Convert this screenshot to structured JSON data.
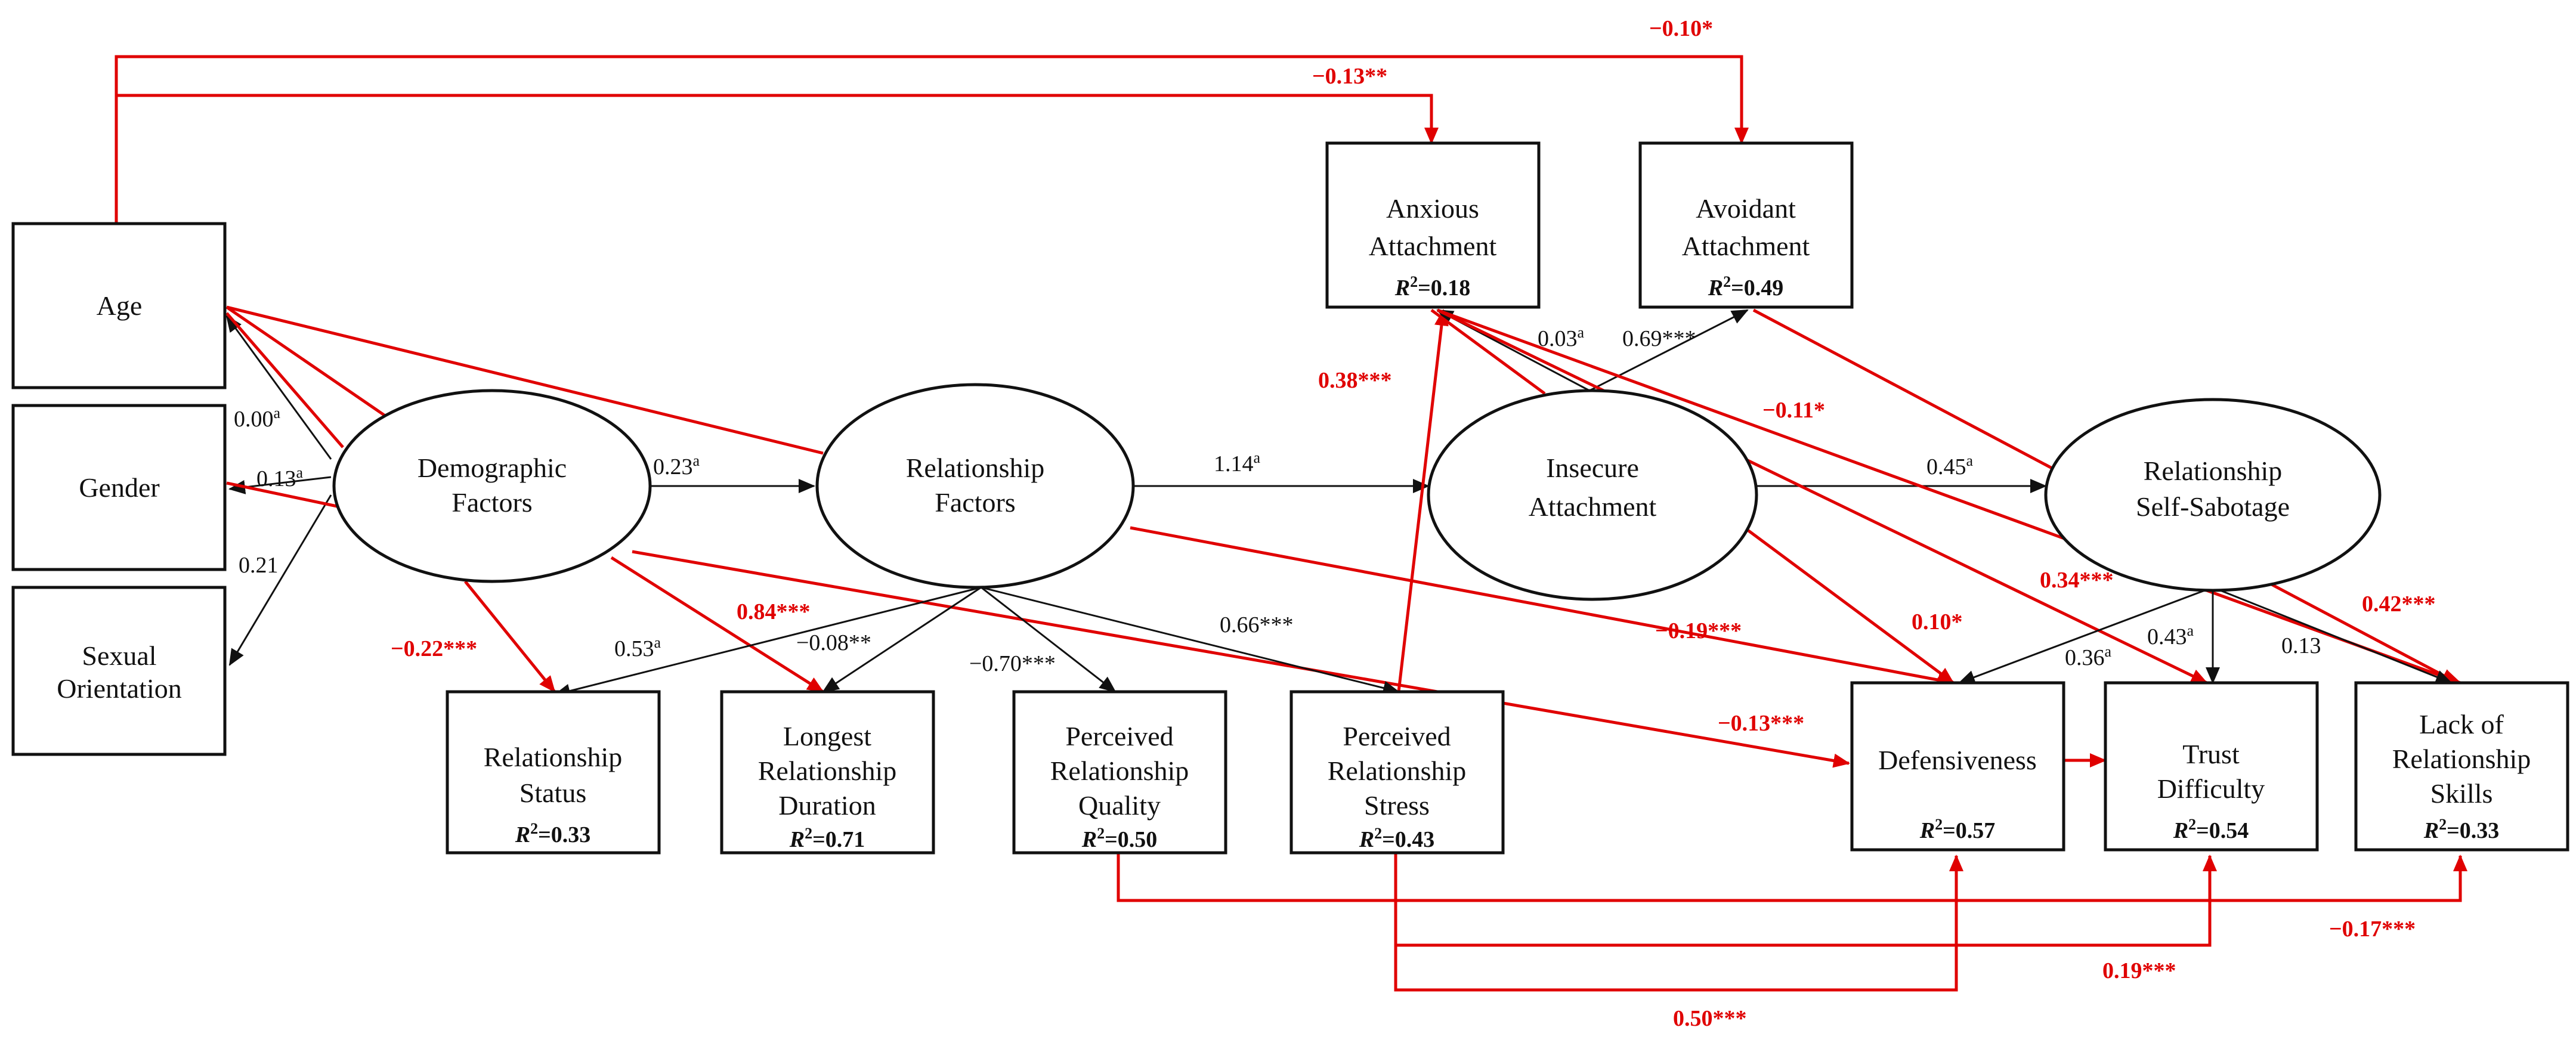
{
  "colors": {
    "significant": "#e00000",
    "nonsignificant": "#111111",
    "background": "#ffffff"
  },
  "nodes": {
    "age": {
      "label": "Age"
    },
    "gender": {
      "label": "Gender"
    },
    "sexual": {
      "line1": "Sexual",
      "line2": "Orientation"
    },
    "demo": {
      "line1": "Demographic",
      "line2": "Factors"
    },
    "relf": {
      "line1": "Relationship",
      "line2": "Factors"
    },
    "insec": {
      "line1": "Insecure",
      "line2": "Attachment"
    },
    "rss": {
      "line1": "Relationship",
      "line2": "Self-Sabotage"
    },
    "anx": {
      "line1": "Anxious",
      "line2": "Attachment",
      "r2": "0.18"
    },
    "avo": {
      "line1": "Avoidant",
      "line2": "Attachment",
      "r2": "0.49"
    },
    "status": {
      "line1": "Relationship",
      "line2": "Status",
      "r2": "0.33"
    },
    "longest": {
      "line1": "Longest",
      "line2": "Relationship",
      "line3": "Duration",
      "r2": "0.71"
    },
    "quality": {
      "line1": "Perceived",
      "line2": "Relationship",
      "line3": "Quality",
      "r2": "0.50"
    },
    "stress": {
      "line1": "Perceived",
      "line2": "Relationship",
      "line3": "Stress",
      "r2": "0.43"
    },
    "defens": {
      "line1": "Defensiveness",
      "r2": "0.57"
    },
    "trust": {
      "line1": "Trust",
      "line2": "Difficulty",
      "r2": "0.54"
    },
    "skills": {
      "line1": "Lack of",
      "line2": "Relationship",
      "line3": "Skills",
      "r2": "0.33"
    }
  },
  "r2_prefix": "R",
  "r2_sup": "2",
  "r2_eq": "=",
  "sup_a": "a",
  "paths": {
    "age_avoidant": "−0.10*",
    "age_anxious": "−0.13**",
    "loading_age": "0.00",
    "loading_gender": "0.13",
    "loading_sexual": "0.21",
    "demo_relf": "0.23",
    "demo_status": "−0.22***",
    "status_loading": "0.53",
    "longest_loading": "−0.08**",
    "demo_stress": "0.84***",
    "quality_loading": "−0.70***",
    "stress_loading": "0.66***",
    "relf_insec": "1.14",
    "stress_anxious": "0.38***",
    "anx_loading": "0.03",
    "avo_loading": "0.69***",
    "anx_skills": "−0.11*",
    "insec_rss": "0.45",
    "anx_trust": "0.34***",
    "avo_skills": "0.42***",
    "relf_defens": "−0.19***",
    "insec_defens": "0.10*",
    "trust_loading": "0.43",
    "defens_loading": "0.36",
    "skills_loading": "0.13",
    "demo_defens": "−0.13***",
    "quality_skills": "−0.17***",
    "stress_trust": "0.19***",
    "stress_defens": "0.50***"
  }
}
